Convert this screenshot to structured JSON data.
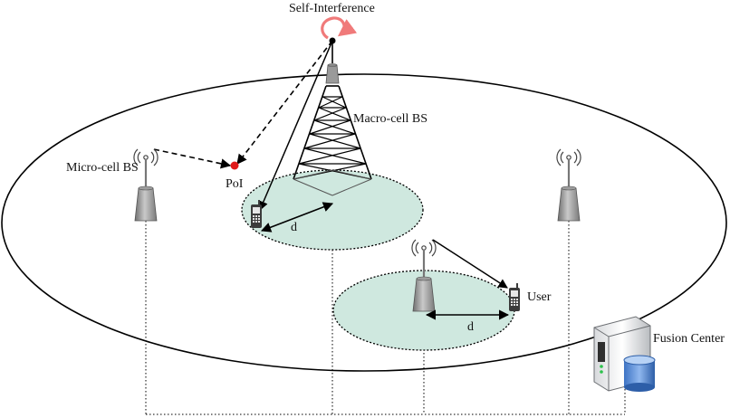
{
  "diagram": {
    "labels": {
      "self_interference": "Self-Interference",
      "macro_cell_bs": "Macro-cell BS",
      "micro_cell_bs": "Micro-cell BS",
      "poi": "PoI",
      "user": "User",
      "distance_left": "d",
      "distance_right": "d",
      "fusion_center": "Fusion Center"
    },
    "colors": {
      "cell_fill": "#cfe8df",
      "poi_dot": "#e11a1a",
      "self_interference_arrow": "#f07a7a",
      "tower_gray": "#9a9a9a",
      "line": "#000000"
    },
    "icons": {
      "macro_bs": "lattice-tower-icon",
      "micro_bs": "cone-antenna-icon",
      "handset": "phone-icon",
      "server": "server-icon",
      "database": "database-cylinder-icon"
    }
  }
}
